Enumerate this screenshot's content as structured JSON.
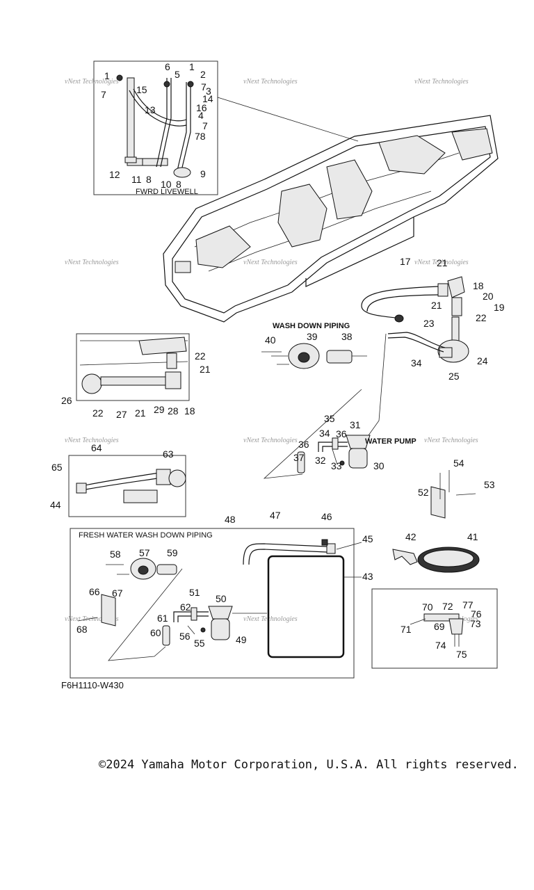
{
  "figure_code": "F6H1110-W430",
  "copyright": "©2024 Yamaha Motor Corporation, U.S.A. All rights reserved.",
  "watermark": "vNext Technologies",
  "captions": {
    "fwrd_livewell": "FWRD LIVEWELL",
    "wash_down_piping": "WASH DOWN PIPING",
    "water_pump": "WATER PUMP",
    "fresh_water_wash_down_piping": "FRESH WATER WASH DOWN PIPING"
  },
  "callouts": {
    "c1a": "1",
    "c7a": "7",
    "c15": "15",
    "c13": "13",
    "c6": "6",
    "c5": "5",
    "c1b": "1",
    "c2": "2",
    "c7b": "7",
    "c3": "3",
    "c14": "14",
    "c16": "16",
    "c4": "4",
    "c7c": "7",
    "c78": "78",
    "c12": "12",
    "c11": "11",
    "c8a": "8",
    "c10": "10",
    "c8b": "8",
    "c9": "9",
    "c17": "17",
    "c21a": "21",
    "c18a": "18",
    "c20": "20",
    "c21b": "21",
    "c19": "19",
    "c22a": "22",
    "c23": "23",
    "c24": "24",
    "c25": "25",
    "c34a": "34",
    "c40": "40",
    "c39": "39",
    "c38": "38",
    "c22b": "22",
    "c21c": "21",
    "c26": "26",
    "c22c": "22",
    "c27": "27",
    "c21d": "21",
    "c29": "29",
    "c28": "28",
    "c18b": "18",
    "c35": "35",
    "c31": "31",
    "c34b": "34",
    "c36a": "36",
    "c36b": "36",
    "c37": "37",
    "c32": "32",
    "c33": "33",
    "c30": "30",
    "c64": "64",
    "c63": "63",
    "c65": "65",
    "c44": "44",
    "c54": "54",
    "c53": "53",
    "c52": "52",
    "c48": "48",
    "c47": "47",
    "c46": "46",
    "c45": "45",
    "c43": "43",
    "c42": "42",
    "c41": "41",
    "c58": "58",
    "c57": "57",
    "c59": "59",
    "c66": "66",
    "c67": "67",
    "c68": "68",
    "c51": "51",
    "c50": "50",
    "c62": "62",
    "c61": "61",
    "c60": "60",
    "c56": "56",
    "c55": "55",
    "c49": "49",
    "c70": "70",
    "c72": "72",
    "c77": "77",
    "c76": "76",
    "c71": "71",
    "c69": "69",
    "c73": "73",
    "c74": "74",
    "c75": "75"
  }
}
